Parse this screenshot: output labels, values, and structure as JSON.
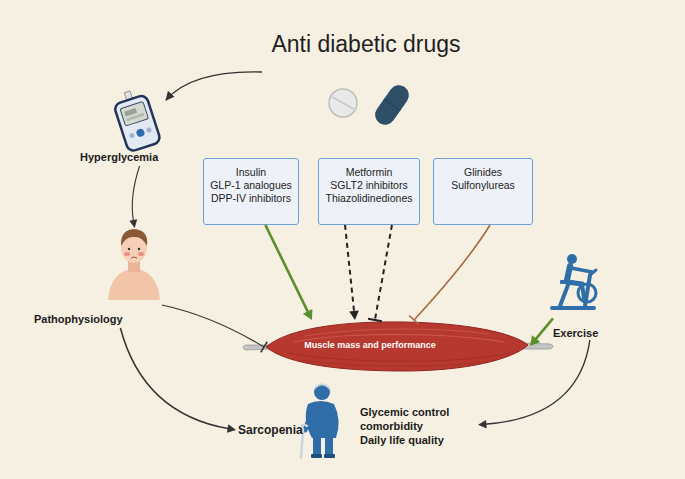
{
  "diagram": {
    "title": "Anti diabetic drugs",
    "nodes": [
      {
        "text": [
          "Hyperglycemia"
        ]
      },
      {
        "text": [
          "Pathophysiology"
        ]
      },
      {
        "text": [
          "Insulin",
          "GLP-1 analogues",
          "DPP-IV inhibitors"
        ]
      },
      {
        "text": [
          "Metformin",
          "SGLT2 inhibitors",
          "Thiazolidinediones"
        ]
      },
      {
        "text": [
          "Glinides",
          "Sulfonylureas"
        ]
      },
      {
        "text": [
          "Muscle mass and performance"
        ]
      },
      {
        "text": [
          "Exercise"
        ]
      },
      {
        "text": [
          "Sarcopenia"
        ]
      },
      {
        "text": [
          "Glycemic control",
          "comorbidity",
          "Daily life quality"
        ]
      }
    ],
    "edges": [
      {
        "from": 0,
        "to": 1,
        "arrow": "to"
      },
      {
        "from": 1,
        "to": 5,
        "arrow": "to"
      },
      {
        "from": 1,
        "to": 7,
        "arrow": "to"
      },
      {
        "from": 2,
        "to": 5,
        "arrow": "to"
      },
      {
        "from": 3,
        "to": 5,
        "arrow": "to"
      },
      {
        "from": 3,
        "to": 5,
        "arrow": "to"
      },
      {
        "from": 4,
        "to": 5,
        "arrow": "to"
      },
      {
        "from": 6,
        "to": 5,
        "arrow": "to"
      },
      {
        "from": 6,
        "to": 8,
        "arrow": "to"
      }
    ]
  }
}
